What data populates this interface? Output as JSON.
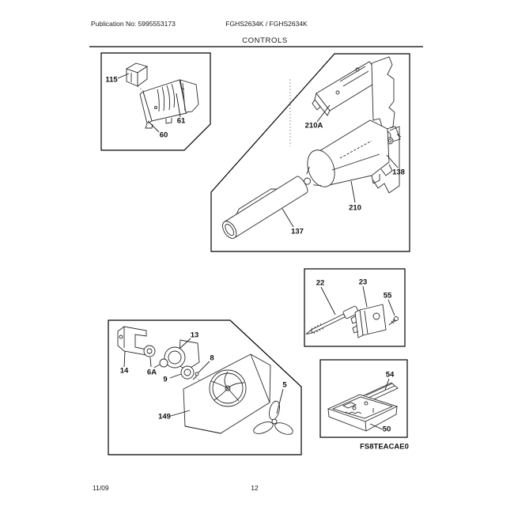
{
  "header": {
    "publication": "Publication No: 5995553173",
    "models": "FGHS2634K / FGHS2634K",
    "title": "CONTROLS"
  },
  "footer": {
    "date": "11/09",
    "page": "12"
  },
  "diagram": {
    "code": "FS8TEACAE0"
  },
  "parts": {
    "dispenser": {
      "p115": "115",
      "p61": "61",
      "p60": "60"
    },
    "ice": {
      "p210a": "210A",
      "p138": "138",
      "p210": "210",
      "p137": "137"
    },
    "sensor": {
      "p22": "22",
      "p23": "23",
      "p55": "55"
    },
    "board": {
      "p54": "54",
      "p50": "50"
    },
    "fan": {
      "p14": "14",
      "p13": "13",
      "p6a": "6A",
      "p9": "9",
      "p8": "8",
      "p149": "149",
      "p5": "5"
    }
  }
}
